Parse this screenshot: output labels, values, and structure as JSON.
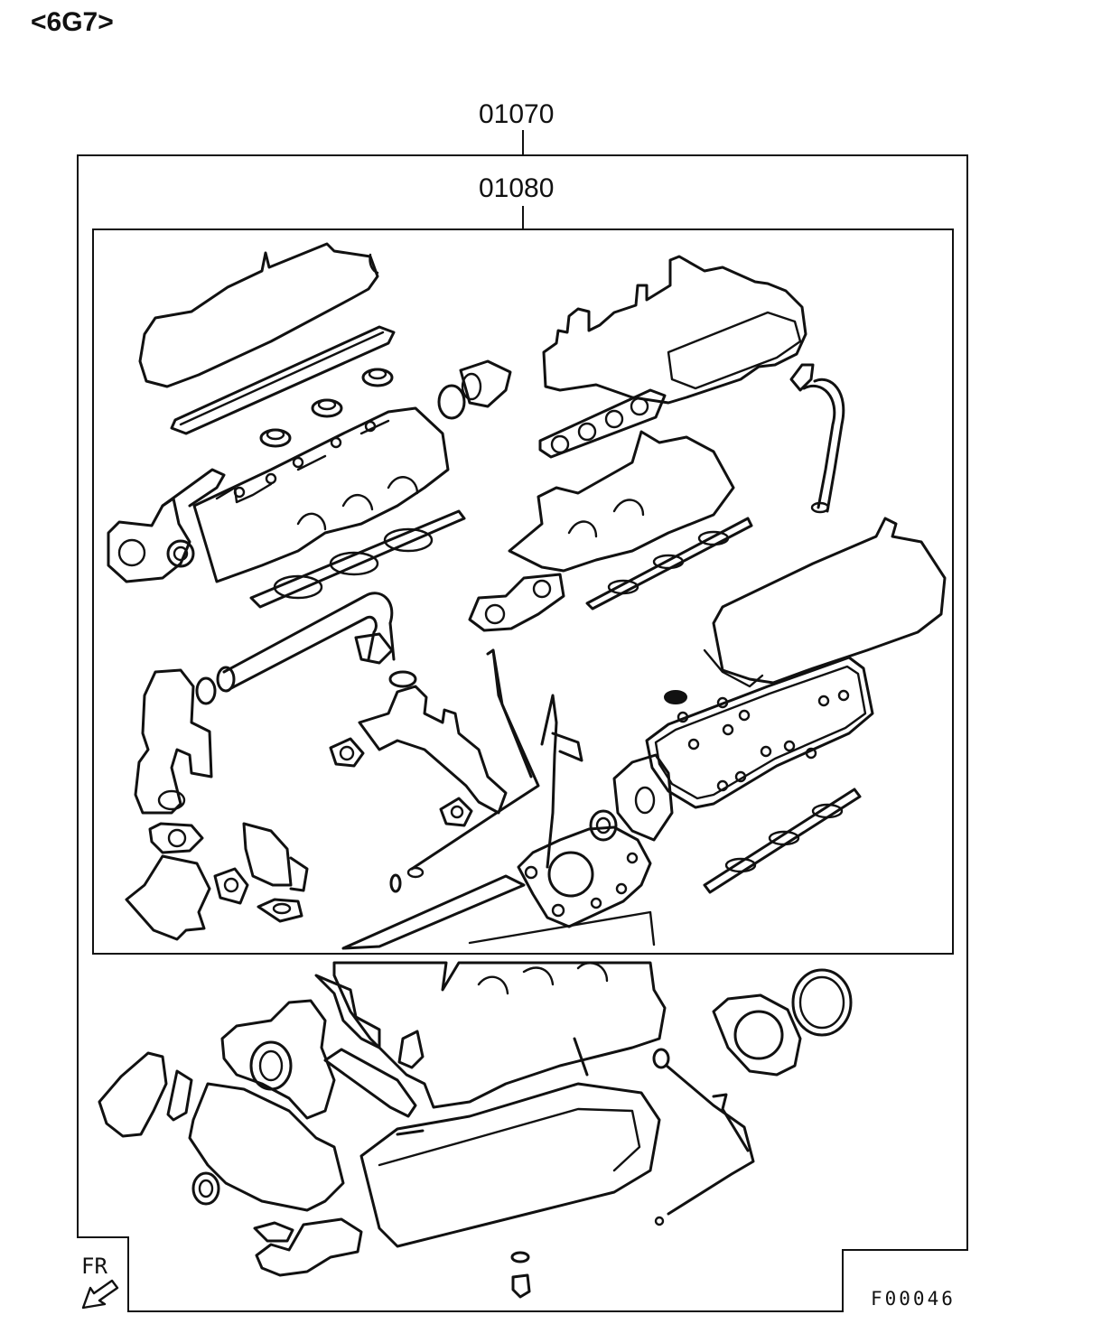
{
  "engine_code": "<6G7>",
  "parts": {
    "outer_kit": "01070",
    "inner_kit": "01080"
  },
  "direction_marker": "FR",
  "figure_code": "F00046",
  "icons": {
    "direction": "arrow-down-left-icon"
  }
}
